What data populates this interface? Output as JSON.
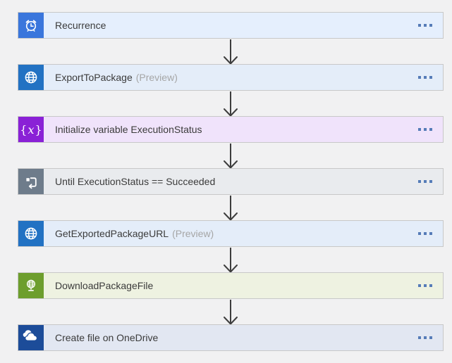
{
  "canvas": {
    "background": "#f1f1f2",
    "row_border_color": "#c8c8c8",
    "arrow_color": "#3d3d3d",
    "label_color": "#3b3b3b",
    "preview_color": "#a6a6a6",
    "menu_dot_color": "#567cb8"
  },
  "flow": {
    "steps": [
      {
        "label": "Recurrence",
        "preview": "",
        "icon": "alarm-clock-icon",
        "icon_color": "#3a76dc",
        "row_color": "#e5effd"
      },
      {
        "label": "ExportToPackage",
        "preview": "(Preview)",
        "icon": "globe-icon",
        "icon_color": "#2272c3",
        "row_color": "#e4edf9"
      },
      {
        "label": "Initialize variable ExecutionStatus",
        "preview": "",
        "icon": "variable-icon",
        "icon_color": "#8a21d6",
        "row_color": "#f0e3fb"
      },
      {
        "label": "Until ExecutionStatus == Succeeded",
        "preview": "",
        "icon": "loop-icon",
        "icon_color": "#6e7c8b",
        "row_color": "#e9ebee"
      },
      {
        "label": "GetExportedPackageURL",
        "preview": "(Preview)",
        "icon": "globe-icon",
        "icon_color": "#2272c3",
        "row_color": "#e4edf9"
      },
      {
        "label": "DownloadPackageFile",
        "preview": "",
        "icon": "desk-globe-icon",
        "icon_color": "#6d9e2d",
        "row_color": "#eef2e1"
      },
      {
        "label": "Create file on OneDrive",
        "preview": "",
        "icon": "onedrive-icon",
        "icon_color": "#1c4c99",
        "row_color": "#e2e7f2"
      }
    ]
  }
}
